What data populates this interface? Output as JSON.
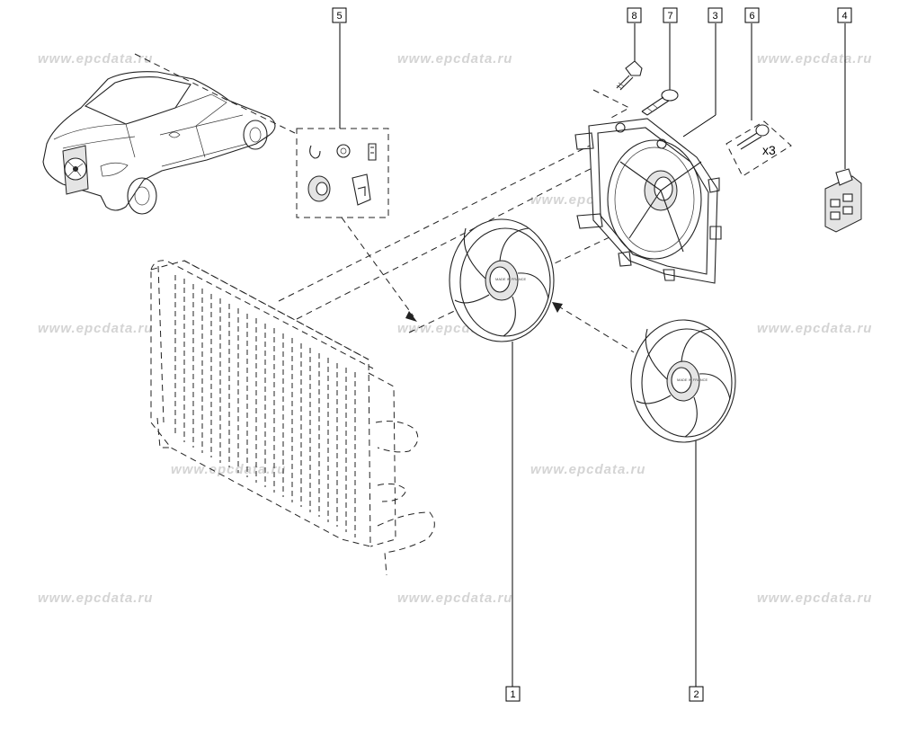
{
  "watermark": "www.epcdata.ru",
  "callouts": {
    "c1": "1",
    "c2": "2",
    "c3": "3",
    "c4": "4",
    "c5": "5",
    "c6": "6",
    "c7": "7",
    "c8": "8"
  },
  "quantity_label": "x3",
  "fan_hub_label": "MADE IN FRANCE"
}
